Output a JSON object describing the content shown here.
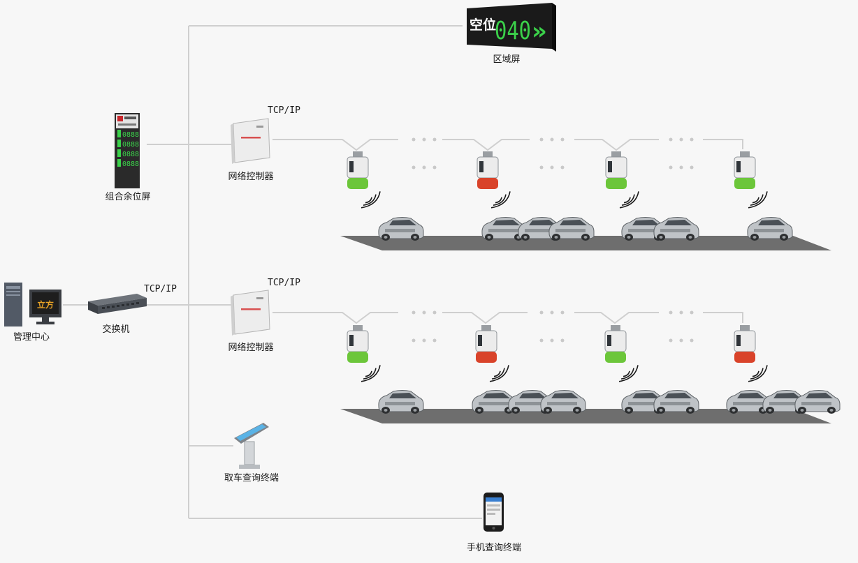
{
  "labels": {
    "zone_screen": "区域屏",
    "combined_screen": "组合余位屏",
    "controller_1": "网络控制器",
    "controller_2": "网络控制器",
    "tcp_ip_1": "TCP/IP",
    "tcp_ip_2": "TCP/IP",
    "tcp_ip_switch": "TCP/IP",
    "management_center": "管理中心",
    "switch": "交换机",
    "kiosk": "取车查询终端",
    "mobile": "手机查询终端"
  },
  "zone_screen": {
    "text": "空位",
    "number": "040",
    "arrows": "»"
  },
  "combined_screen": {
    "rows": [
      "0888",
      "0888",
      "0888",
      "0888"
    ]
  },
  "monitor": {
    "text": "立方"
  },
  "rows": [
    {
      "detectors": [
        "green",
        "red",
        "green",
        "green"
      ]
    },
    {
      "detectors": [
        "green",
        "red",
        "green",
        "red"
      ]
    }
  ],
  "colors": {
    "green": "#6cc63a",
    "red": "#d9432a",
    "wire": "#cfcfcf",
    "led": "#3bd14a"
  }
}
